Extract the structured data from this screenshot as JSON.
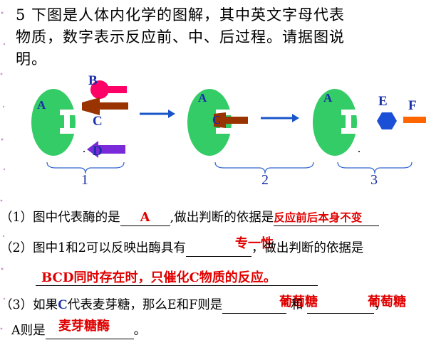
{
  "question": {
    "line1": "5  下图是人体内化学的图解，其中英文字母代表",
    "line2": "物质，数字表示反应前、中、后过程。请据图说",
    "line3": "明。"
  },
  "figure": {
    "labels": {
      "a1": "A",
      "b": "B",
      "c1": "C",
      "d": "D",
      "a2": "A",
      "c2": "C",
      "a3": "A",
      "e": "E",
      "f": "F"
    },
    "stages": [
      "1",
      "2",
      "3"
    ],
    "colors": {
      "enzyme": "#33cc66",
      "b": "#ff0066",
      "c": "#993300",
      "d": "#7a2bd9",
      "e": "#1a4fd6",
      "f": "#ff6600",
      "arrow": "#1a55c8",
      "label": "#1a2fa8",
      "answer": "#e00000"
    }
  },
  "q1": {
    "prefix": "（1）图中代表酶的是",
    "answer": "A",
    "middle": ",做出判断的依据是",
    "answer2": "反应前后本身不变"
  },
  "q2": {
    "prefix": "（2）图中1和2可以反映出酶具有",
    "answer": "专一性",
    "suffix": "，做出判断的依据是",
    "answer2": "BCD同时存在时，只催化C物质的反应。"
  },
  "q3": {
    "prefix": "（3）如果",
    "c_letter": "C",
    "middle": "代表麦芽糖，那么E和F则是",
    "answer_e": "葡萄糖",
    "and": "和",
    "answer_f": "葡萄糖",
    "comma": "，",
    "line2_prefix": "A则是",
    "answer_a": "麦芽糖酶",
    "period": "。"
  }
}
